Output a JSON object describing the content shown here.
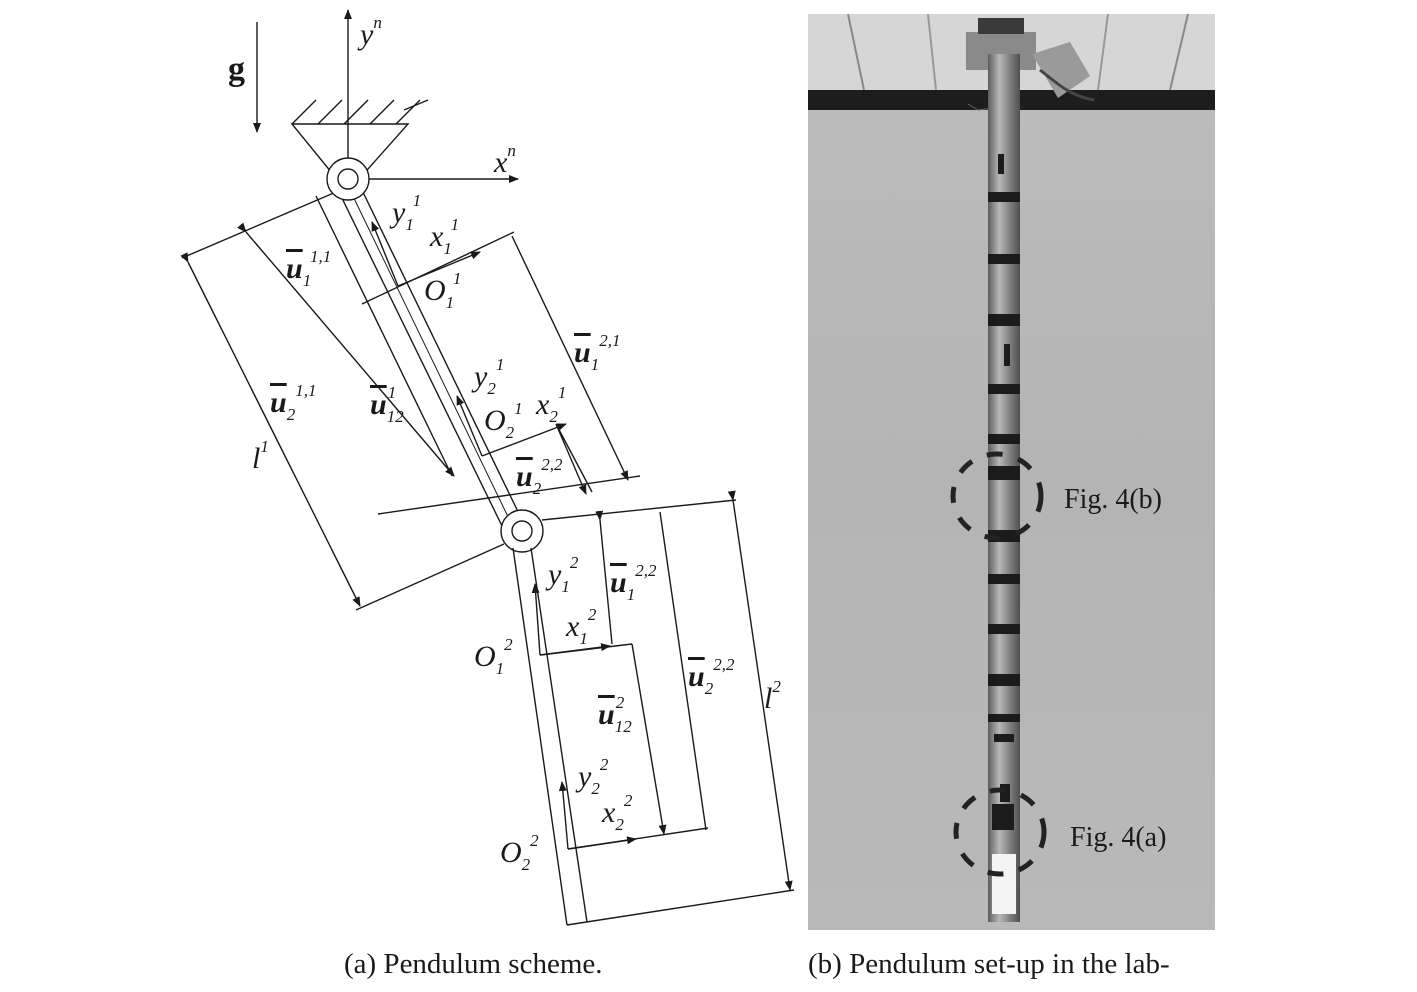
{
  "scheme": {
    "gravity": "g",
    "axis_yn": {
      "base": "y",
      "sup": "n"
    },
    "axis_xn": {
      "base": "x",
      "sup": "n"
    },
    "y11": {
      "base": "y",
      "sub": "1",
      "sup": "1"
    },
    "x11": {
      "base": "x",
      "sub": "1",
      "sup": "1"
    },
    "O11": {
      "base": "O",
      "sub": "1",
      "sup": "1"
    },
    "y21": {
      "base": "y",
      "sub": "2",
      "sup": "1"
    },
    "x21": {
      "base": "x",
      "sub": "2",
      "sup": "1"
    },
    "O21": {
      "base": "O",
      "sub": "2",
      "sup": "1"
    },
    "u1_11": {
      "base": "u",
      "sub": "1",
      "sup": "1,1"
    },
    "u2_11": {
      "base": "u",
      "sub": "2",
      "sup": "1,1"
    },
    "u12_1": {
      "base": "u",
      "sub": "12",
      "sup": "1"
    },
    "u1_21": {
      "base": "u",
      "sub": "1",
      "sup": "2,1"
    },
    "u2_22a": {
      "base": "u",
      "sub": "2",
      "sup": "2,2"
    },
    "l1": {
      "base": "l",
      "sup": "1"
    },
    "y12": {
      "base": "y",
      "sub": "1",
      "sup": "2"
    },
    "x12": {
      "base": "x",
      "sub": "1",
      "sup": "2"
    },
    "O12": {
      "base": "O",
      "sub": "1",
      "sup": "2"
    },
    "u1_22": {
      "base": "u",
      "sub": "1",
      "sup": "2,2"
    },
    "u2_22b": {
      "base": "u",
      "sub": "2",
      "sup": "2,2"
    },
    "u12_2": {
      "base": "u",
      "sub": "12",
      "sup": "2"
    },
    "l2": {
      "base": "l",
      "sup": "2"
    },
    "y22": {
      "base": "y",
      "sub": "2",
      "sup": "2"
    },
    "x22": {
      "base": "x",
      "sub": "2",
      "sup": "2"
    },
    "O22": {
      "base": "O",
      "sub": "2",
      "sup": "2"
    }
  },
  "photo": {
    "callout_b": "Fig. 4(b)",
    "callout_a": "Fig. 4(a)"
  },
  "captions": {
    "a": "(a)  Pendulum scheme.",
    "b": "(b)  Pendulum set-up in the lab-"
  }
}
